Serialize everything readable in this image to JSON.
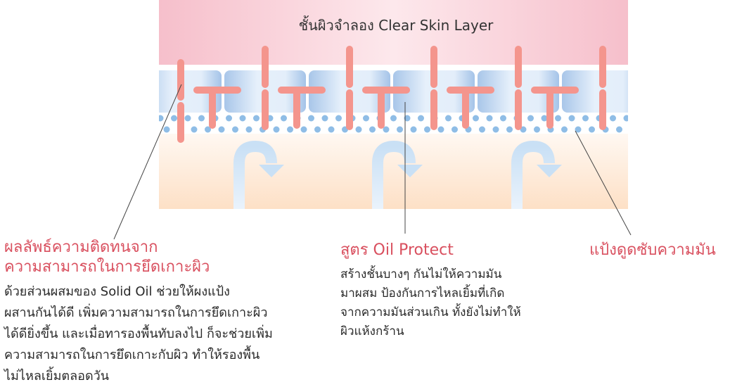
{
  "title": "ชั้นผิวจำลอง Clear Skin Layer",
  "left_callout": {
    "heading": [
      "ผลลัพธ์ความติดทนจาก",
      "ความสามารถในการยึดเกาะผิว"
    ],
    "body": [
      "ด้วยส่วนผสมของ Solid Oil ช่วยให้ผงแป้ง",
      "ผสานกันได้ดี เพิ่มความสามารถในการยึดเกาะผิว",
      "ได้ดียิ่งขึ้น และเมื่อทารองพื้นทับลงไป ก็จะช่วยเพิ่ม",
      "ความสามารถในการยึดเกาะกับผิว ทำให้รองพื้น",
      "ไม่ไหลเยิ้มตลอดวัน"
    ]
  },
  "middle_callout": {
    "heading": "สูตร Oil Protect",
    "body": [
      "สร้างชั้นบางๆ กันไม่ให้ความมัน",
      "มาผสม ป้องกันการไหลเยิ้มที่เกิด",
      "จากความมันส่วนเกิน ทั้งยังไม่ทำให้",
      "ผิวแห้งกร้าน"
    ]
  },
  "right_callout": {
    "heading": "แป้งดูดซับความมัน"
  },
  "colors": {
    "accent_red": "#d9505f",
    "fiber": "#f4958d",
    "dots": "#8fbde6",
    "cell": "#a9c8ea",
    "top_band": "#f7c5d0",
    "bottom_band": "#fde3cc"
  }
}
